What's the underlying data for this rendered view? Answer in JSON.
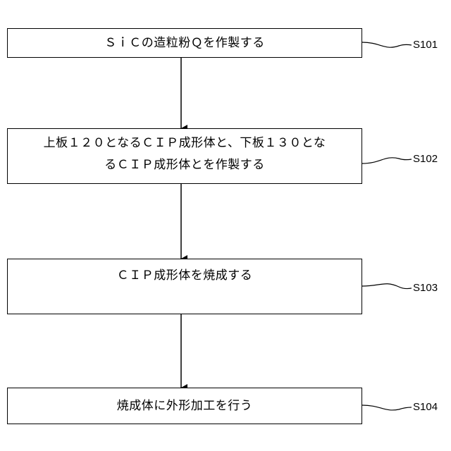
{
  "flowchart": {
    "steps": [
      {
        "label": "S101",
        "text_lines": [
          "ＳｉＣの造粒粉Ｑを作製する"
        ]
      },
      {
        "label": "S102",
        "text_lines": [
          "上板１２０となるＣＩＰ成形体と、下板１３０とな",
          "るＣＩＰ成形体とを作製する"
        ]
      },
      {
        "label": "S103",
        "text_lines": [
          "ＣＩＰ成形体を焼成する"
        ]
      },
      {
        "label": "S104",
        "text_lines": [
          "焼成体に外形加工を行う"
        ]
      }
    ]
  }
}
